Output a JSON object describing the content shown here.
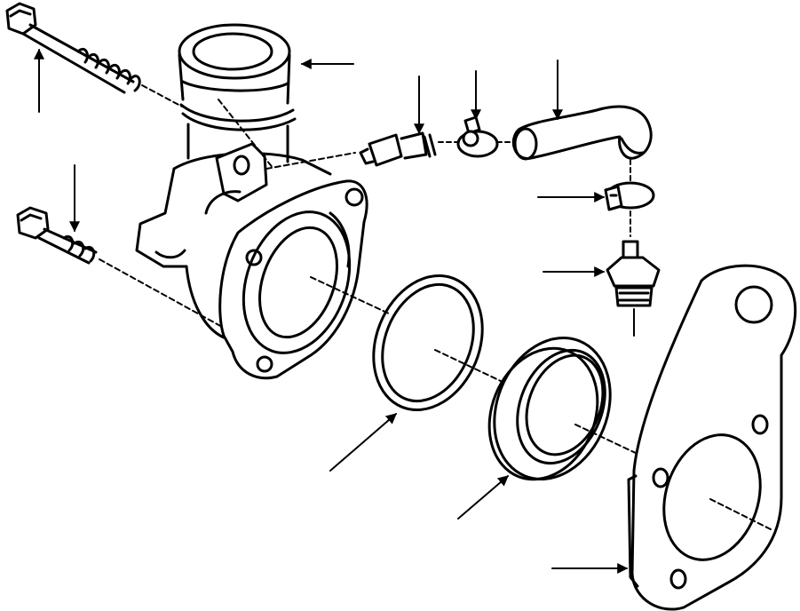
{
  "diagram": {
    "type": "exploded-parts-view",
    "parts": [
      {
        "id": "upper-bolt"
      },
      {
        "id": "lower-bolt"
      },
      {
        "id": "outlet-neck"
      },
      {
        "id": "thermostat-housing"
      },
      {
        "id": "temperature-sensor"
      },
      {
        "id": "hose-clip-upper"
      },
      {
        "id": "bypass-hose"
      },
      {
        "id": "hose-clip-lower"
      },
      {
        "id": "hose-union"
      },
      {
        "id": "o-ring"
      },
      {
        "id": "thermostat"
      },
      {
        "id": "housing-gasket"
      }
    ],
    "callout_arrow_count": 11,
    "colors": {
      "ink": "#000000",
      "background": "#ffffff"
    }
  }
}
